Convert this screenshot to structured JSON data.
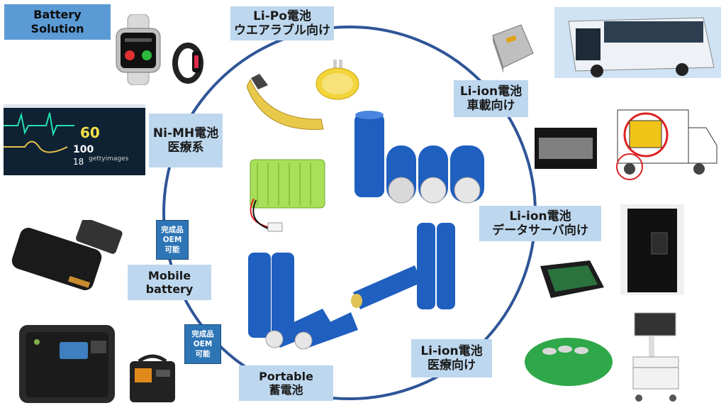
{
  "title": {
    "line1": "Battery",
    "line2": "Solution"
  },
  "categories": [
    {
      "id": "lipo",
      "line1": "Li-Po電池",
      "line2": "ウエアラブル向け"
    },
    {
      "id": "liion-car",
      "line1": "Li-ion電池",
      "line2": "車載向け"
    },
    {
      "id": "nimh",
      "line1": "Ni-MH電池",
      "line2": "医療系"
    },
    {
      "id": "liion-server",
      "line1": "Li-ion電池",
      "line2": "データサーバ向け"
    },
    {
      "id": "mobile",
      "line1": "Mobile",
      "line2": "battery"
    },
    {
      "id": "portable",
      "line1": "Portable",
      "line2": "蓄電池"
    },
    {
      "id": "liion-medical",
      "line1": "Li-ion電池",
      "line2": "医療向け"
    }
  ],
  "oem_badges": [
    {
      "line1": "完成品",
      "line2": "OEM",
      "line3": "可能"
    },
    {
      "line1": "完成品",
      "line2": "OEM",
      "line3": "可能"
    }
  ],
  "monitor": {
    "value_top": "60",
    "value_mid": "100",
    "value_bot": "18",
    "watermark": "gettyimages"
  },
  "colors": {
    "ring": "#2f5597",
    "label_bg": "#bdd7ee",
    "title_bg": "#5b9bd5",
    "oem_bg": "#2e75b6",
    "cell_blue": "#1f5fbf",
    "nimh_green": "#a8e05a"
  }
}
